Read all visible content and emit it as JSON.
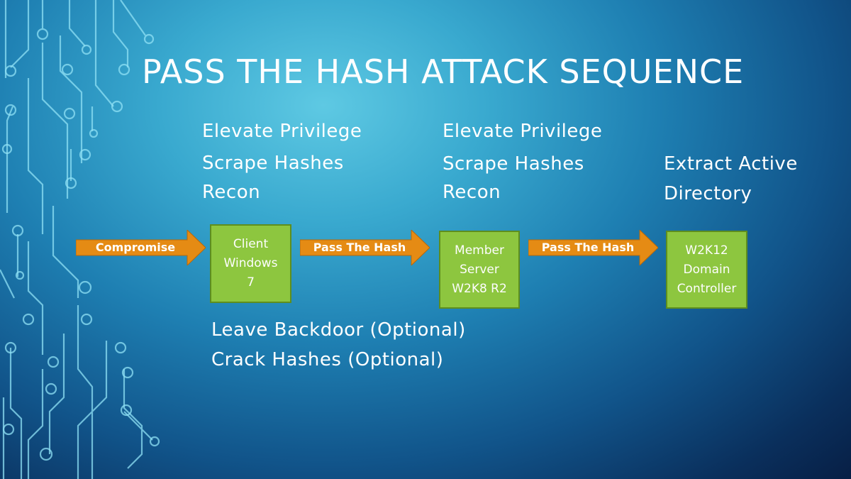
{
  "title": "PASS THE HASH ATTACK SEQUENCE",
  "steps_above": [
    {
      "lines": [
        "Elevate Privilege",
        "Scrape Hashes",
        "Recon"
      ]
    },
    {
      "lines": [
        "Elevate Privilege",
        "Scrape Hashes",
        "Recon"
      ]
    },
    {
      "lines": [
        "Extract Active",
        "Directory"
      ]
    }
  ],
  "arrows": [
    {
      "label": "Compromise"
    },
    {
      "label": "Pass The Hash"
    },
    {
      "label": "Pass The Hash"
    }
  ],
  "nodes": [
    {
      "lines": [
        "Client",
        "Windows",
        "7"
      ]
    },
    {
      "lines": [
        "Member",
        "Server",
        "W2K8 R2"
      ]
    },
    {
      "lines": [
        "W2K12",
        "Domain",
        "Controller"
      ]
    }
  ],
  "steps_below": {
    "lines": [
      "Leave Backdoor (Optional)",
      "Crack Hashes (Optional)"
    ]
  },
  "colors": {
    "arrow": "#e58b14",
    "node": "#8dc63f",
    "node_border": "#5e8e1e",
    "circuit": "#7fdcf2"
  },
  "icons": {
    "decoration": "circuit-lines-decoration",
    "arrow": "right-arrow"
  }
}
